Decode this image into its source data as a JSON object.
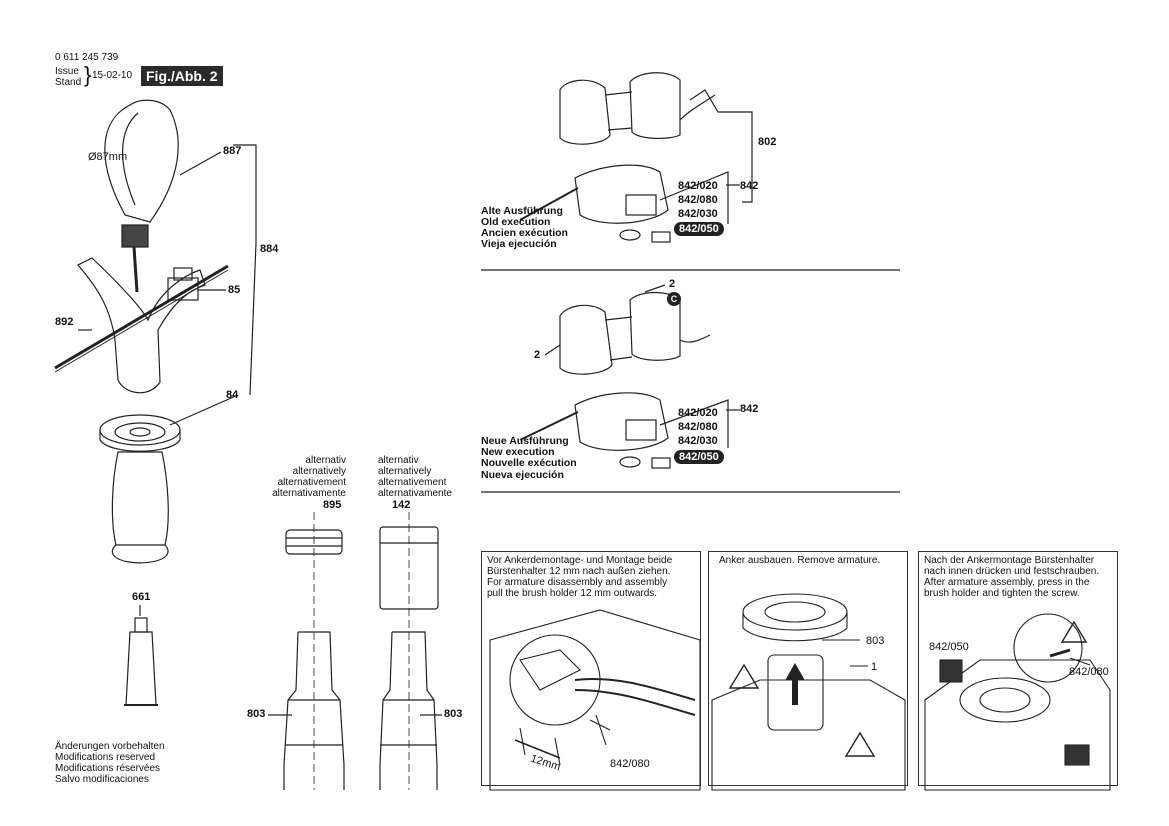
{
  "header": {
    "part_number": "0 611 245 739",
    "issue_label": "Issue",
    "stand_label": "Stand",
    "date": "15-02-10",
    "figure_tag": "Fig./Abb. 2"
  },
  "left_assembly": {
    "diameter_label": "Ø87mm",
    "labels": {
      "p887": "887",
      "p884": "884",
      "p85": "85",
      "p892": "892",
      "p84": "84",
      "p661": "661",
      "p803a": "803",
      "p803b": "803",
      "p895": "895",
      "p142": "142"
    },
    "alternatives_a": [
      "alternativ",
      "alternatively",
      "alternativement",
      "alternativamente"
    ],
    "alternatives_b": [
      "alternativ",
      "alternatively",
      "alternativement",
      "alternativamente"
    ]
  },
  "notes": [
    "Änderungen vorbehalten",
    "Modifications reserved",
    "Modifications réservées",
    "Salvo modificaciones"
  ],
  "old_execution": {
    "captions": [
      "Alte Ausführung",
      "Old execution",
      "Ancien exécution",
      "Vieja ejecución"
    ],
    "parts": [
      "842/020",
      "842/080",
      "842/030",
      "842/050"
    ],
    "group_842": "842",
    "group_802": "802"
  },
  "new_execution": {
    "captions": [
      "Neue Ausführung",
      "New execution",
      "Nouvelle exécution",
      "Nueva ejecución"
    ],
    "parts": [
      "842/020",
      "842/080",
      "842/030",
      "842/050"
    ],
    "group_842": "842",
    "label_2a": "2",
    "label_2b": "2",
    "label_c": "C"
  },
  "instruction_boxes": [
    {
      "text": [
        "Vor Ankerdemontage- und Montage beide",
        "Bürstenhalter 12 mm nach außen ziehen.",
        "For armature disassembly and assembly",
        "pull the brush holder 12 mm outwards."
      ],
      "labels": [
        "12mm",
        "842/080"
      ]
    },
    {
      "text": [
        "Anker ausbauen. Remove armature."
      ],
      "labels": [
        "803",
        "1"
      ]
    },
    {
      "text": [
        "Nach der Ankermontage Bürstenhalter",
        "nach innen drücken und festschrauben.",
        "After armature assembly, press in the",
        "brush holder and tighten the screw."
      ],
      "labels": [
        "842/050",
        "842/080"
      ]
    }
  ]
}
